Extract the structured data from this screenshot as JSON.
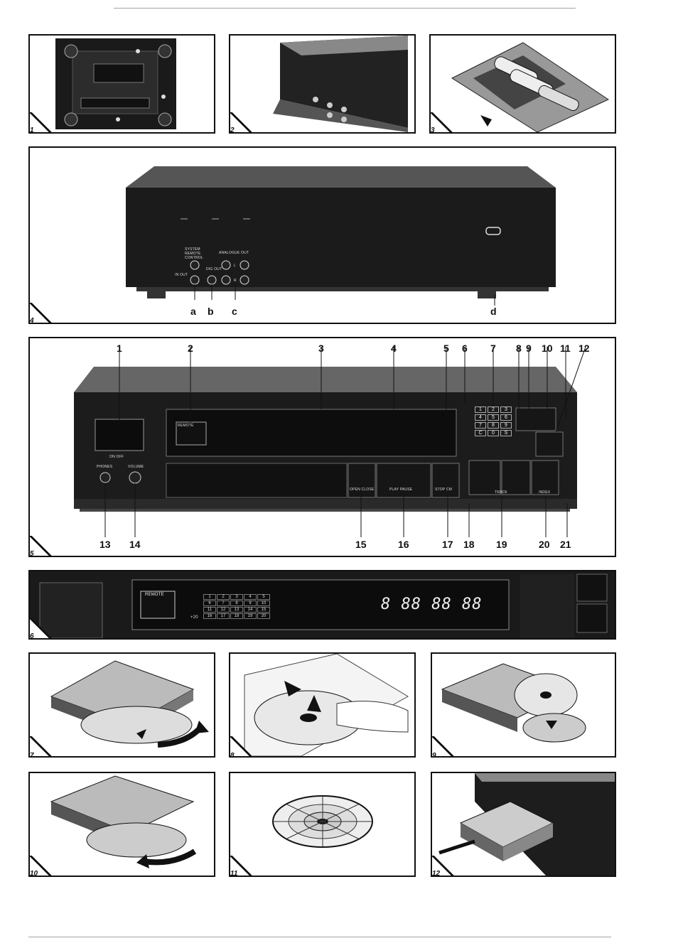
{
  "figures": {
    "f1": "1",
    "f2": "2",
    "f3": "3",
    "f4": "4",
    "f5": "5",
    "f6": "6",
    "f7": "7",
    "f8": "8",
    "f9": "9",
    "f10": "10",
    "f11": "11",
    "f12": "12"
  },
  "rear_panel": {
    "labels": [
      "a",
      "b",
      "c",
      "d"
    ],
    "system_remote_control": "SYSTEM REMOTE CONTROL",
    "analogue_out": "ANALOGUE OUT",
    "in_out": "IN OUT",
    "dig_out": "DIG OUT",
    "l": "L",
    "r": "R"
  },
  "front_panel": {
    "top_callouts": [
      "1",
      "2",
      "3",
      "4",
      "5",
      "6",
      "7",
      "8",
      "9",
      "10",
      "11",
      "12"
    ],
    "bottom_callouts": [
      "13",
      "14",
      "15",
      "16",
      "17",
      "18",
      "19",
      "20",
      "21"
    ],
    "on_off": "ON OFF",
    "phones": "PHONES",
    "volume": "VOLUME",
    "remote": "REMOTE",
    "open_close": "OPEN CLOSE",
    "play_pause": "PLAY PAUSE",
    "stop_cm": "STOP CM",
    "track": "TRACK",
    "index": "INDEX",
    "keypad": [
      "1",
      "2",
      "3",
      "4",
      "5",
      "6",
      "7",
      "8",
      "9",
      "C",
      "0",
      "S"
    ]
  },
  "display": {
    "remote": "REMOTE",
    "grid": [
      "1",
      "2",
      "3",
      "4",
      "5",
      "6",
      "7",
      "8",
      "9",
      "10",
      "11",
      "12",
      "13",
      "14",
      "15",
      "16",
      "17",
      "18",
      "19",
      "20"
    ],
    "plus20": "+20",
    "digits": "8 88 88 88"
  }
}
